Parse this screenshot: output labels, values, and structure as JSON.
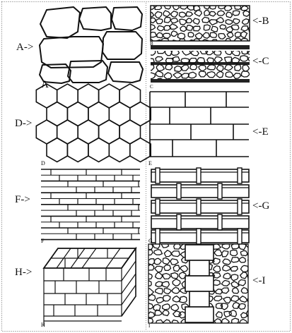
{
  "figure": {
    "pointers": [
      {
        "id": "A",
        "text": "A->"
      },
      {
        "id": "B",
        "text": "<-B"
      },
      {
        "id": "C",
        "text": "<-C"
      },
      {
        "id": "D",
        "text": "D->"
      },
      {
        "id": "E",
        "text": "<-E"
      },
      {
        "id": "F",
        "text": "F->"
      },
      {
        "id": "G",
        "text": "<-G"
      },
      {
        "id": "H",
        "text": "H->"
      },
      {
        "id": "I",
        "text": "<-I"
      }
    ],
    "panel_letters": [
      "A",
      "B",
      "C",
      "D",
      "E",
      "F",
      "G",
      "H",
      "I"
    ]
  }
}
